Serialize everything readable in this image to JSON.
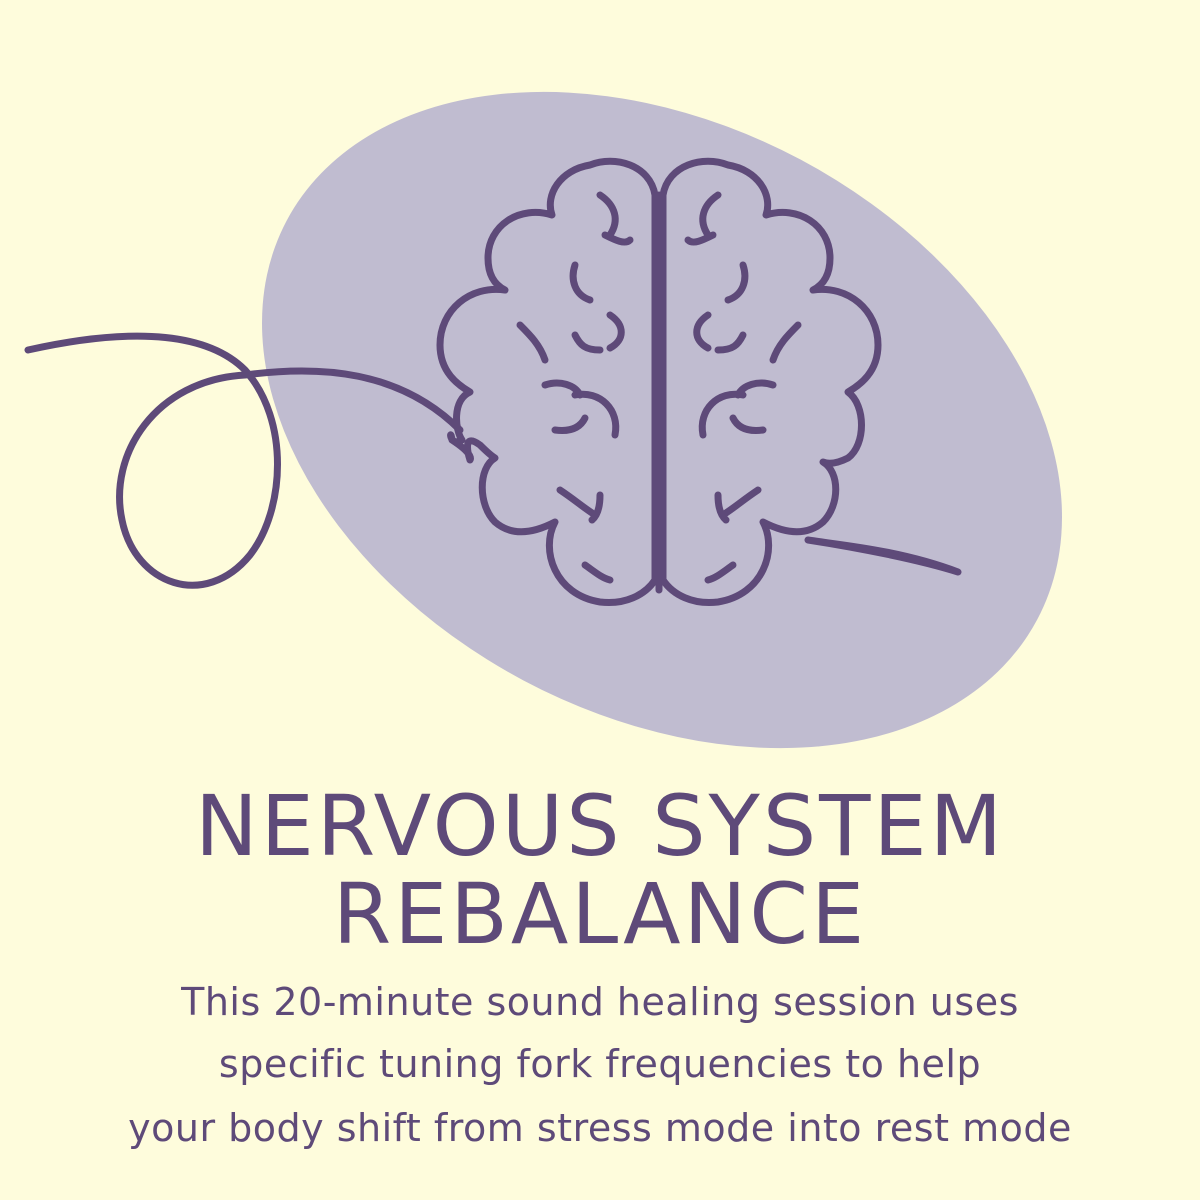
{
  "colors": {
    "background": "#fefcdc",
    "blob": "#c0bcd0",
    "accent": "#5e4a79"
  },
  "illustration": {
    "icon": "brain-icon",
    "decoration": "nerve-thread-line"
  },
  "heading": {
    "line1": "NERVOUS SYSTEM",
    "line2": "REBALANCE"
  },
  "description": {
    "line1": "This 20-minute sound healing session uses",
    "line2": "specific tuning fork frequencies to help",
    "line3": "your body shift from stress mode into rest mode"
  }
}
